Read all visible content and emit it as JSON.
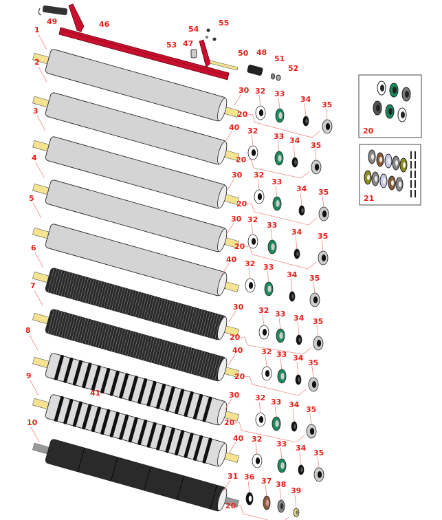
{
  "diagram": {
    "top_callouts": [
      "49",
      "46",
      "54",
      "55",
      "53",
      "47",
      "50",
      "48",
      "51",
      "52"
    ],
    "roller_callouts": [
      "1",
      "2",
      "3",
      "4",
      "5",
      "6",
      "7",
      "8",
      "9",
      "10"
    ],
    "roller_types": [
      "plain",
      "plain",
      "plain",
      "plain",
      "plain",
      "grooved",
      "grooved",
      "ringed",
      "ringed",
      "drive"
    ],
    "extra_callout": "41",
    "rows": [
      [
        "30",
        "32",
        "33",
        "34",
        "35",
        "20"
      ],
      [
        "40",
        "32",
        "33",
        "34",
        "35",
        "20"
      ],
      [
        "30",
        "32",
        "33",
        "34",
        "35",
        "20"
      ],
      [
        "30",
        "32",
        "33",
        "34",
        "35",
        "20"
      ],
      [
        "40",
        "32",
        "33",
        "34",
        "35"
      ],
      [
        "30",
        "32",
        "33",
        "34",
        "35",
        "20"
      ],
      [
        "40",
        "32",
        "33",
        "34",
        "35",
        "20"
      ],
      [
        "30",
        "32",
        "33",
        "34",
        "35",
        "20"
      ],
      [
        "40",
        "32",
        "33",
        "34",
        "35"
      ],
      [
        "31",
        "36",
        "37",
        "38",
        "39",
        "20"
      ]
    ],
    "insets": [
      {
        "label": "20"
      },
      {
        "label": "21"
      }
    ],
    "colors": {
      "callout": "#e8201a",
      "frame": "#c8102e",
      "shaft": "#f5e38f",
      "roller": "#d4d4d4",
      "seal": "#1a8a5a",
      "dark": "#2a2a2a"
    }
  }
}
